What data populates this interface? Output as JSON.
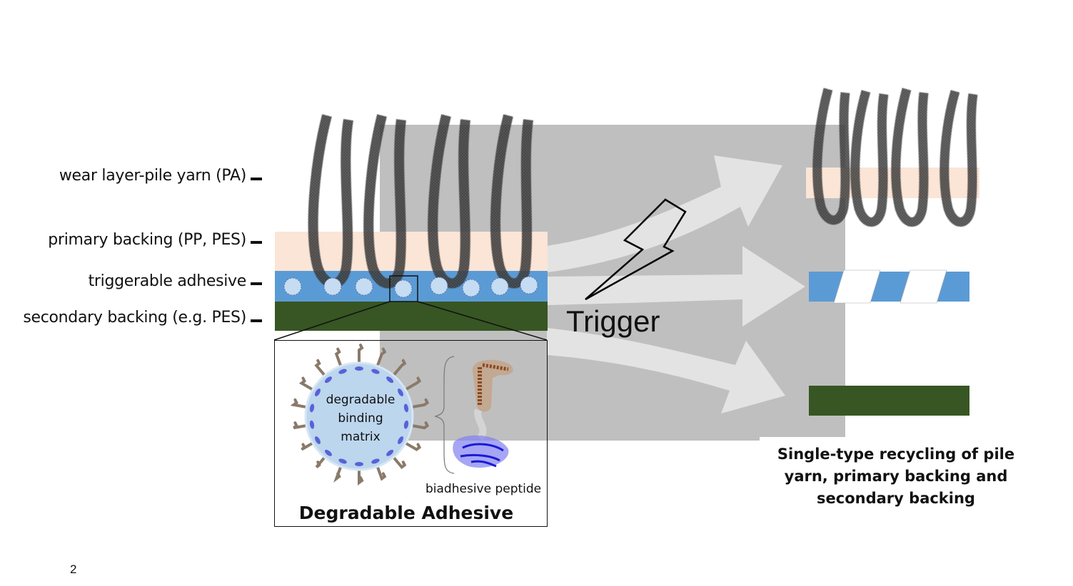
{
  "diagram": {
    "layer_labels": [
      {
        "id": "wear-layer",
        "text": "wear layer-pile yarn (PA)"
      },
      {
        "id": "primary-backing",
        "text": "primary backing (PP, PES)"
      },
      {
        "id": "triggerable-adhesive",
        "text": "triggerable adhesive"
      },
      {
        "id": "secondary-backing",
        "text": "secondary backing (e.g. PES)"
      }
    ],
    "inset": {
      "title": "Degradable Adhesive",
      "matrix_label_lines": [
        "degradable",
        "binding",
        "matrix"
      ],
      "peptide_label": "biadhesive peptide"
    },
    "trigger_label": "Trigger",
    "result_caption": "Single-type recycling of pile yarn, primary backing and secondary backing",
    "page_number": "2",
    "colors": {
      "primary_backing": "#fbe5d6",
      "adhesive": "#5b9bd5",
      "secondary_backing": "#375623",
      "yarn": "#3a3a3a",
      "gray_panel": "#bfbfbf",
      "arrow": "#e3e3e3",
      "particle": "#c5dcf2",
      "peptide_top": "#8b5a3c",
      "peptide_bottom": "#2323c8"
    }
  }
}
